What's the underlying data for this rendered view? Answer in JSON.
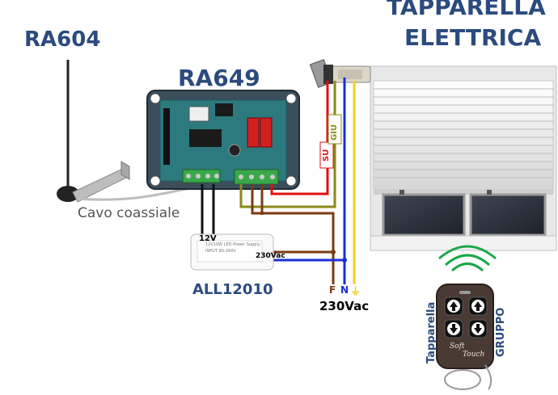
{
  "labels": {
    "antenna_module": "RA604",
    "receiver_module": "RA649",
    "power_supply": "ALL12010",
    "shutter_title_line1": "TAPPARELLA",
    "shutter_title_line2": "ELETTRICA",
    "coax_cable": "Cavo coassiale",
    "dc_voltage": "12V",
    "ac_input": "230Vac",
    "mains_voltage": "230Vac",
    "wire_up": "SU",
    "wire_down": "GIU",
    "terminal_f": "F",
    "terminal_n": "N",
    "remote_left": "Tapparella",
    "remote_right": "GRUPPO",
    "remote_brand_1": "Soft",
    "remote_brand_2": "Touch",
    "psu_text_1": "12V10W LED Power Supply",
    "psu_text_2": "INPUT 90-264V"
  },
  "colors": {
    "title_blue": "#2b4b7e",
    "wire_red": "#e01010",
    "wire_olive": "#8a8a18",
    "wire_blue": "#1a2fd6",
    "wire_yellow": "#f0d020",
    "wire_brown": "#7a3a12",
    "pcb": "#3a4e5c",
    "remote_body": "#4a3a34"
  },
  "icons": {
    "remote_up_arrow": "up-arrow-icon",
    "remote_down_arrow": "down-arrow-icon",
    "signal": "wifi-signal-icon"
  }
}
